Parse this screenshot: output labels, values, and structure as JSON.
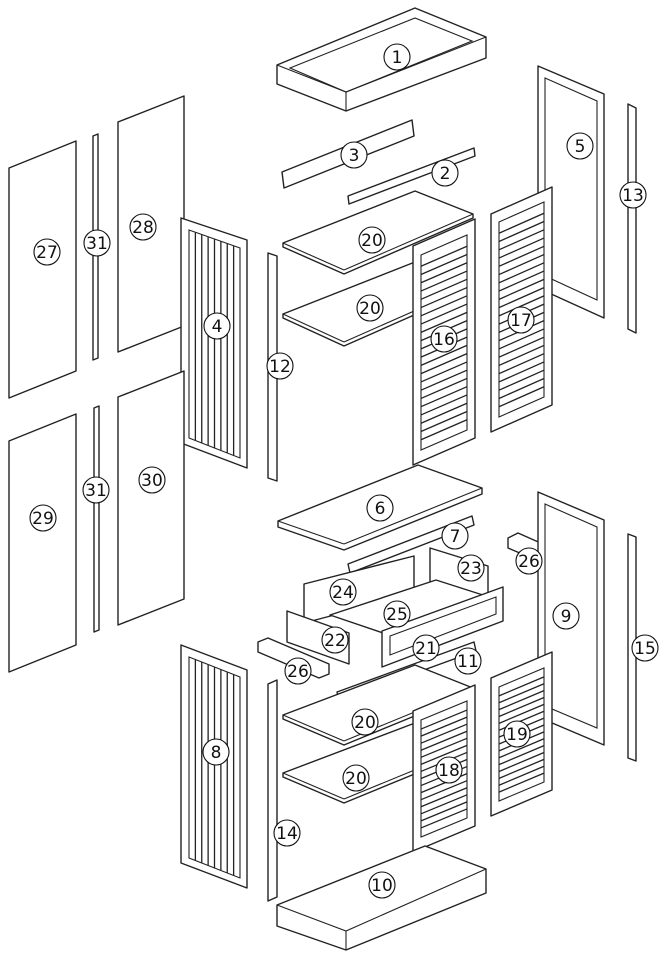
{
  "diagram": {
    "labels": [
      "1",
      "2",
      "3",
      "4",
      "5",
      "6",
      "7",
      "8",
      "9",
      "10",
      "11",
      "12",
      "13",
      "14",
      "15",
      "16",
      "17",
      "18",
      "19",
      "20",
      "20",
      "20",
      "20",
      "21",
      "22",
      "23",
      "24",
      "25",
      "26",
      "26",
      "27",
      "28",
      "29",
      "30",
      "31",
      "31"
    ]
  }
}
